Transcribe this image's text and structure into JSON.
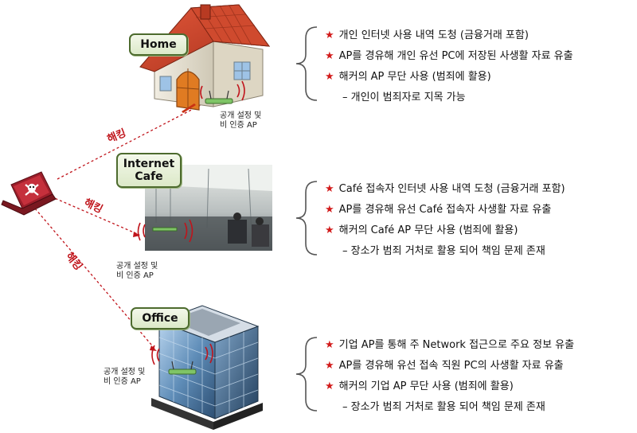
{
  "locations": {
    "home": {
      "label": "Home",
      "ap_note_line1": "공개 설정 및",
      "ap_note_line2": "비 인증 AP"
    },
    "cafe": {
      "label_line1": "Internet",
      "label_line2": "Cafe",
      "ap_note_line1": "공개 설정 및",
      "ap_note_line2": "비 인증 AP"
    },
    "office": {
      "label": "Office",
      "ap_note_line1": "공개 설정 및",
      "ap_note_line2": "비 인증 AP"
    }
  },
  "attack_label": "해킹",
  "icons": {
    "laptop": "hacker-laptop-icon",
    "skull": "skull-crossbones-icon",
    "bullet": "red-star-icon"
  },
  "colors": {
    "attack": "#c0141b",
    "bullet_star": "#d21a1a",
    "label_border": "#4d6b2e"
  },
  "home_risks": {
    "items": [
      "개인 인터넷 사용 내역 도청 (금융거래 포함)",
      "AP를 경유해 개인 유선 PC에 저장된 사생활 자료 유출",
      "해커의 AP 무단 사용 (범죄에 활용)"
    ],
    "sub": "– 개인이 범죄자로 지목 가능"
  },
  "cafe_risks": {
    "items": [
      "Café 접속자 인터넷 사용 내역 도청 (금융거래 포함)",
      "AP를 경유해 유선 Café 접속자 사생활 자료 유출",
      "해커의 Café AP 무단 사용 (범죄에 활용)"
    ],
    "sub": "– 장소가 범죄 거처로 활용 되어 책임 문제 존재"
  },
  "office_risks": {
    "items": [
      "기업 AP를 통해 주 Network 접근으로 주요 정보 유출",
      "AP를 경유해 유선 접속 직원 PC의 사생활 자료 유출",
      "해커의 기업 AP 무단 사용 (범죄에 활용)"
    ],
    "sub": "– 장소가 범죄 거처로 활용 되어 책임 문제 존재"
  }
}
